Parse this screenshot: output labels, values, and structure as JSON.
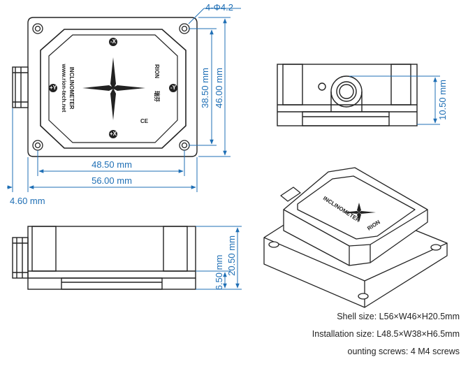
{
  "dimensions": {
    "hole_callout": "4-Φ4.2",
    "inner_length": "48.50 mm",
    "outer_length": "56.00 mm",
    "inner_width": "38.50 mm",
    "outer_width": "46.00 mm",
    "edge_offset": "4.60 mm",
    "top_height": "10.50 mm",
    "flange_height": "6.50 mm",
    "total_height": "20.50 mm"
  },
  "device": {
    "brand": "RION",
    "brand_cn": "瑞芬",
    "model": "INCLINOMETER",
    "website": "www.rion-tech.net",
    "ce_mark": "CE",
    "axis_labels": [
      "-X",
      "+X",
      "+Y",
      "-Y"
    ]
  },
  "specs": {
    "shell_size": "Shell size: L56×W46×H20.5mm",
    "installation_size": "Installation size: L48.5×W38×H6.5mm",
    "mounting_screws": "ounting screws: 4 M4 screws"
  }
}
